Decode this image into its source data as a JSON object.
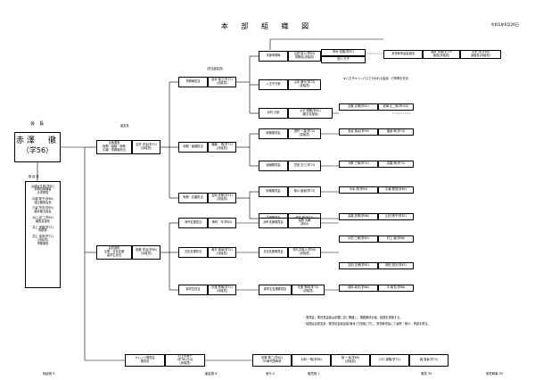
{
  "header": {
    "title": "本 部 組 織 図",
    "date": "令和1年6月26日"
  },
  "president": {
    "label": "会　長",
    "name": "赤澤　徹",
    "gakubu": "（学56）"
  },
  "advisors": {
    "label": "相 談 役",
    "items": [
      "浜崎太久郎(学62)\n事務長経験者\n大学院同",
      "中堀 隆子(学66)\n国士舘前会長",
      "久留 茂夫(学65)\n顧木筆文協会",
      "大山 誠二(学62)\n練馬支部長",
      "井上 重春(学72)\n相談役",
      "井上 達男(学72)\n(評議員)\n事務局長"
    ]
  },
  "vp": {
    "label": "副会長",
    "roles": [
      "企画運営\n総務・組織・財務\n広報・事務局担当"
    ],
    "name": "吉村 洋治(学72)\n(評議員)"
  },
  "vp2": {
    "roles": [
      "会員連携\n企業・文化支援\n留学生担当"
    ],
    "name": "松藤 洋治(学66)\n(評議員)"
  },
  "divisions": [
    {
      "role": "事務局担当",
      "note": "(担当副会長)",
      "person": "松本 隆之(学72)\n(評議員)"
    },
    {
      "role": "総務・組織担当",
      "person": "瀬瀬　 剛(学73)\n(評議員)"
    },
    {
      "role": "財務・広報担当",
      "person": "吉岡 史郎(学74)\n(評議員)"
    },
    {
      "role": "渉外支援担当",
      "person": "神林　守(学62)"
    },
    {
      "role": "文化支援担当",
      "person": "東平 英幸(学72)\n(評議員)"
    },
    {
      "role": "奨学生担当",
      "person": "矢運 秀明(学73)\n(評議員)"
    },
    {
      "role": "オレンジ委員会\n委員長",
      "person": "村上喜美子\n(学76)(文4)\n(評議員)"
    }
  ],
  "committees": [
    {
      "name": "本部事務局",
      "chair": "山田 智人(学82)\n事務長(評議員)",
      "m1": "鈴木 信隆(学87)",
      "m2": "石川 久子"
    },
    {
      "name": "入王子分室",
      "chair": "山本 勝夫(学73)\n(評議員)",
      "m1": "",
      "m2": ""
    },
    {
      "name": "北町 分室",
      "chair": "大宇 陽範(学61)\n(国平支部長)",
      "m1": "近藤 嘉明(学61)",
      "m2": "岩崎 正二郎(学100)"
    },
    {
      "name": "総務委員会",
      "chair": "田村 一真(学72)\n(評議員)",
      "m1": "長谷 慎太(学59)",
      "m2": "亜部 孝(学74)"
    },
    {
      "name": "組織委員会",
      "chair": "豊田 次三(学71)",
      "m1": "今野 三郎(学74)",
      "m2": "高橋 修(学73)"
    },
    {
      "name": "財務委員会",
      "chair": "鵜川 裕樹(学73)",
      "m1": "青木 茂(学64)",
      "m2": "広報 委員(学69)"
    },
    {
      "name": "広報委員会",
      "chair": "朝文 昭(学74)",
      "m1": "高橋 史明(学68)",
      "m2": "山田 陽子(学67)"
    },
    {
      "name": "渉外支援委員会",
      "chair": "星野 大輔\n(学62)",
      "m1": "中田 三郎(学60)",
      "m2": "村上 裕(学66)"
    },
    {
      "name": "文化支援委員会",
      "chair": "阿久井義人(学59)\n(評議員)",
      "m1": "吉田 正博(学62)",
      "m2": "岡田 誠夫(学67)"
    },
    {
      "name": "奨学生支援委員会",
      "chair": "矢運 秀明(学73)\n(評議員)",
      "m1": "城本 和夫(学68)",
      "m2": "平 和夫(学68)"
    }
  ],
  "orange": {
    "chair": "佐藤 聡二(学62)\nOG幹代表幹事",
    "m1": "大和 一哉(学68)",
    "m2": "岡 一兵(学69)\n(評議員)",
    "m3": "川口 康敬(学72)",
    "m4": "森 道幸(学73)"
  },
  "extra": {
    "kanji": "常任幹事会議長団",
    "p1": "福本 長雄(学73)\n議長(評議員)",
    "p2": "青木 茂(学64)\n副議長(評議員)",
    "star": "八王子キャンパスで行われる会議・行事等を担当",
    "note1": "・委員会、委員長会議は必要に応じ開催し、課題解決計画、議題を提案する。",
    "note2": "・議題は記述会長・委員長会議会議(毎月)で評価に付し、常任幹事会にて最終・執行・承認を得る。"
  },
  "footer": {
    "a": "相談役 9",
    "b": "副会長 8",
    "c": "参与 2",
    "d": "委員長 7",
    "e": "委員 33",
    "f": "常任幹事 33"
  }
}
